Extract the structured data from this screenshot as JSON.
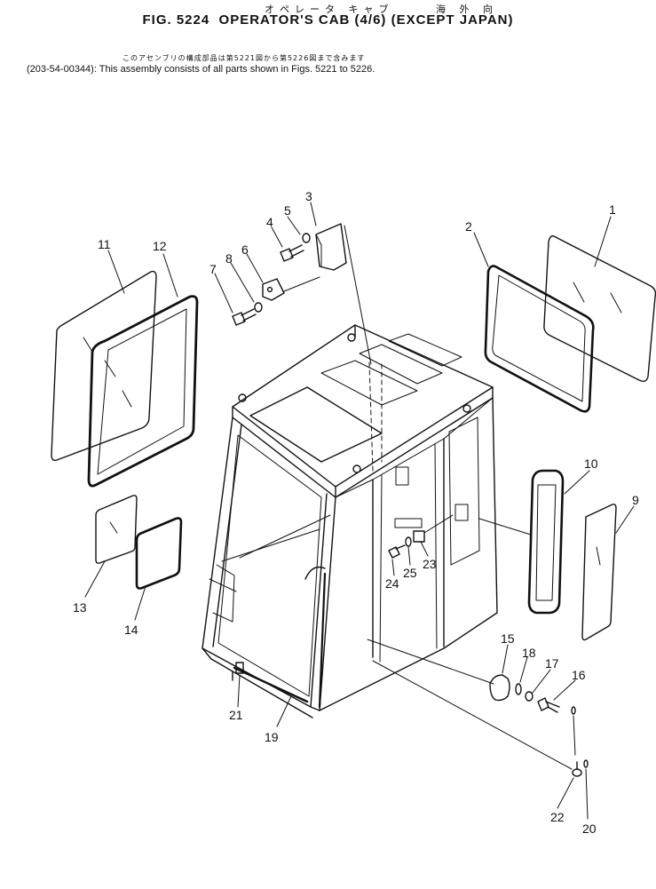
{
  "header": {
    "japanese_title": "オペレータ キャブ     海 外 向",
    "figure_title": "FIG. 5224  OPERATOR'S CAB (4/6) (EXCEPT JAPAN)"
  },
  "note": {
    "japanese": "このアセンブリの構成部品は第5221図から第5226図まで含みます",
    "english": "(203-54-00344): This assembly consists of all parts shown in Figs. 5221 to 5226."
  },
  "callouts": [
    "1",
    "2",
    "3",
    "4",
    "5",
    "6",
    "7",
    "8",
    "9",
    "10",
    "11",
    "12",
    "13",
    "14",
    "15",
    "16",
    "17",
    "18",
    "19",
    "20",
    "21",
    "22",
    "23",
    "24",
    "25"
  ]
}
